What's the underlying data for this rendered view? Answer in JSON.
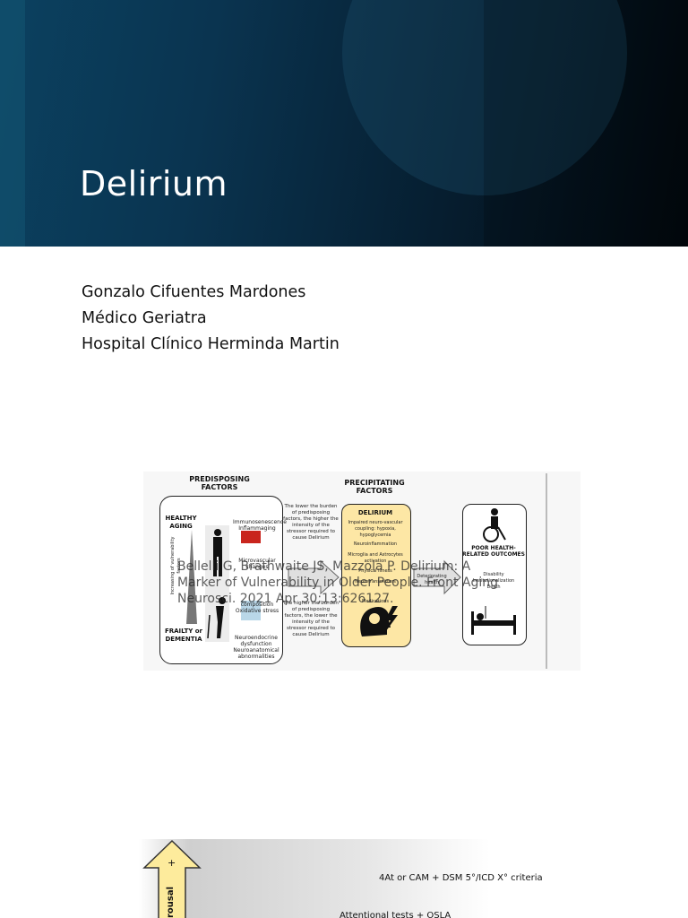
{
  "title": "Delirium",
  "author": {
    "name": "Gonzalo Cifuentes Mardones",
    "role": "Médico Geriatra",
    "institution": "Hospital Clínico Herminda Martin"
  },
  "figure1": {
    "predisposing_header": "PREDISPOSING FACTORS",
    "precipitating_header": "PRECIPITATING FACTORS",
    "healthy_aging": "HEALTHY AGING",
    "frailty": "FRAILTY or DEMENTIA",
    "axis_label": "Increasing of vulnerability factors",
    "items": {
      "immuno": "Immunosenescence Inflammaging",
      "vascular": "Microvascular changes",
      "composition": "composition Oxidative stress",
      "neuroendo": "Neuroendocrine dysfunction Neuroanatomical abnormalities"
    },
    "text_top": "The lower the burden of predisposing factors, the higher the intensity of the stressor required to cause Delirium",
    "text_bottom": "The higher the burden of predisposing factors, the lower the intensity of the stressor required to cause Delirium",
    "delirium_label": "DELIRIUM",
    "delirium_items": [
      "Impaired neuro-vascular coupling: hypoxia, hypoglycemia",
      "Neuroinflammation",
      "Microglia and Astrocytes activation",
      "Physical illness",
      "Neurotransmitters",
      "Medications"
    ],
    "arrow_label": "Deteriorating health",
    "outcomes_label": "POOR HEALTH-RELATED OUTCOMES",
    "outcomes_items": [
      "Disability",
      "Institutionalization",
      "Death"
    ]
  },
  "citation": "Bellelli G, Brathwaite JS, Mazzola P. Delirium: A Marker of Vulnerability in Older People. Front Aging Neurosci. 2021 Apr 30;13:626127.",
  "figure2": {
    "plus": "+",
    "axis_label": "rousal",
    "row1": "4At or CAM + DSM 5°/ICD X° criteria",
    "row2": "Attentional tests + OSLA"
  },
  "colors": {
    "header_dark": "#061e30",
    "header_accent": "#0b4160",
    "delirium_box": "#fde7a5",
    "arrow_yellow": "#fdeb9c"
  }
}
